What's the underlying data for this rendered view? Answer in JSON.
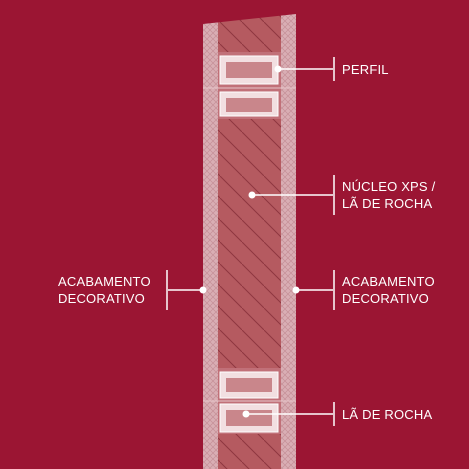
{
  "labels": {
    "perfil": "PERFIL",
    "nucleo_line1": "NÚCLEO XPS /",
    "nucleo_line2": "LÃ DE ROCHA",
    "acabamento_left_line1": "ACABAMENTO",
    "acabamento_left_line2": "DECORATIVO",
    "acabamento_right_line1": "ACABAMENTO",
    "acabamento_right_line2": "DECORATIVO",
    "la_de_rocha": "LÃ DE ROCHA"
  },
  "colors": {
    "background": "#9b1533",
    "finish_layer": "#d9aeb4",
    "core": "#b55a60",
    "hatch": "#8e3640",
    "profile_fill": "#c9868b",
    "profile_outline": "#ffffff",
    "leader": "#ffffff",
    "dot": "#ffffff"
  }
}
